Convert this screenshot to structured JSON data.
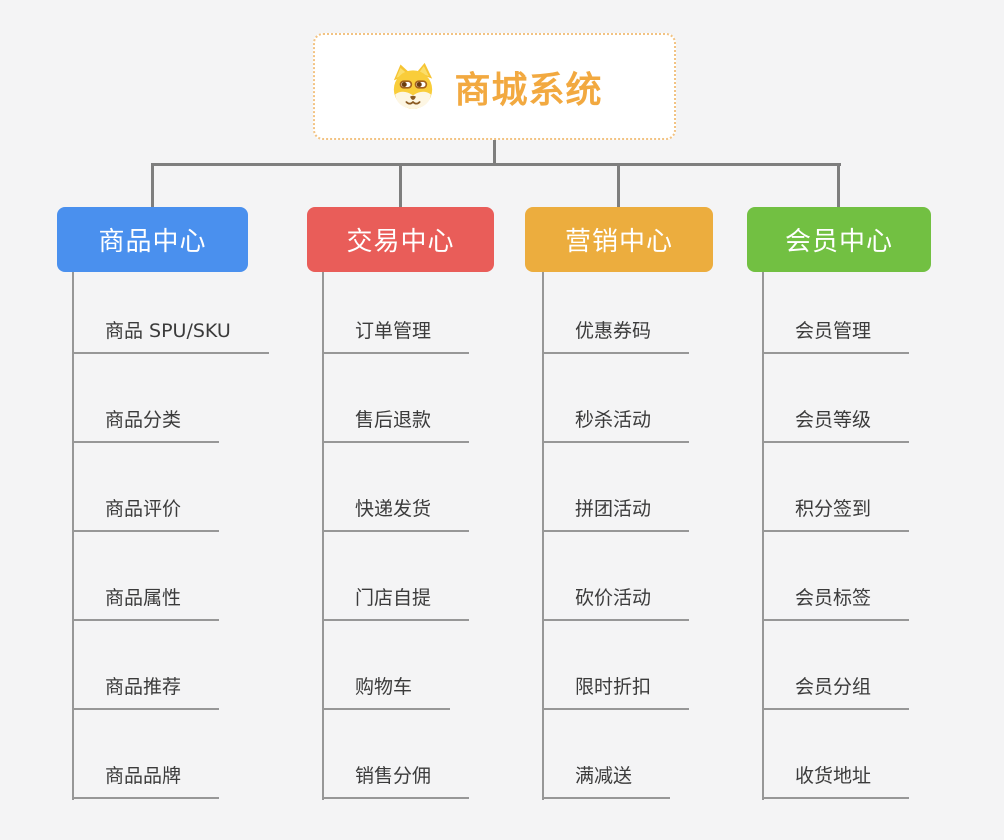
{
  "root": {
    "title": "商城系统",
    "icon": "dog-icon",
    "title_color": "#F2A940",
    "border_color": "#F2C383"
  },
  "branches": [
    {
      "label": "商品中心",
      "color": "#4A90EE",
      "children": [
        "商品 SPU/SKU",
        "商品分类",
        "商品评价",
        "商品属性",
        "商品推荐",
        "商品品牌"
      ]
    },
    {
      "label": "交易中心",
      "color": "#E95D59",
      "children": [
        "订单管理",
        "售后退款",
        "快递发货",
        "门店自提",
        "购物车",
        "销售分佣"
      ]
    },
    {
      "label": "营销中心",
      "color": "#ECAD3E",
      "children": [
        "优惠券码",
        "秒杀活动",
        "拼团活动",
        "砍价活动",
        "限时折扣",
        "满减送"
      ]
    },
    {
      "label": "会员中心",
      "color": "#72C042",
      "children": [
        "会员管理",
        "会员等级",
        "积分签到",
        "会员标签",
        "会员分组",
        "收货地址"
      ]
    }
  ],
  "colors": {
    "background": "#F4F4F5",
    "connector": "#7E7E7E",
    "leaf_line": "#979797",
    "leaf_text": "#3B3B3B"
  }
}
